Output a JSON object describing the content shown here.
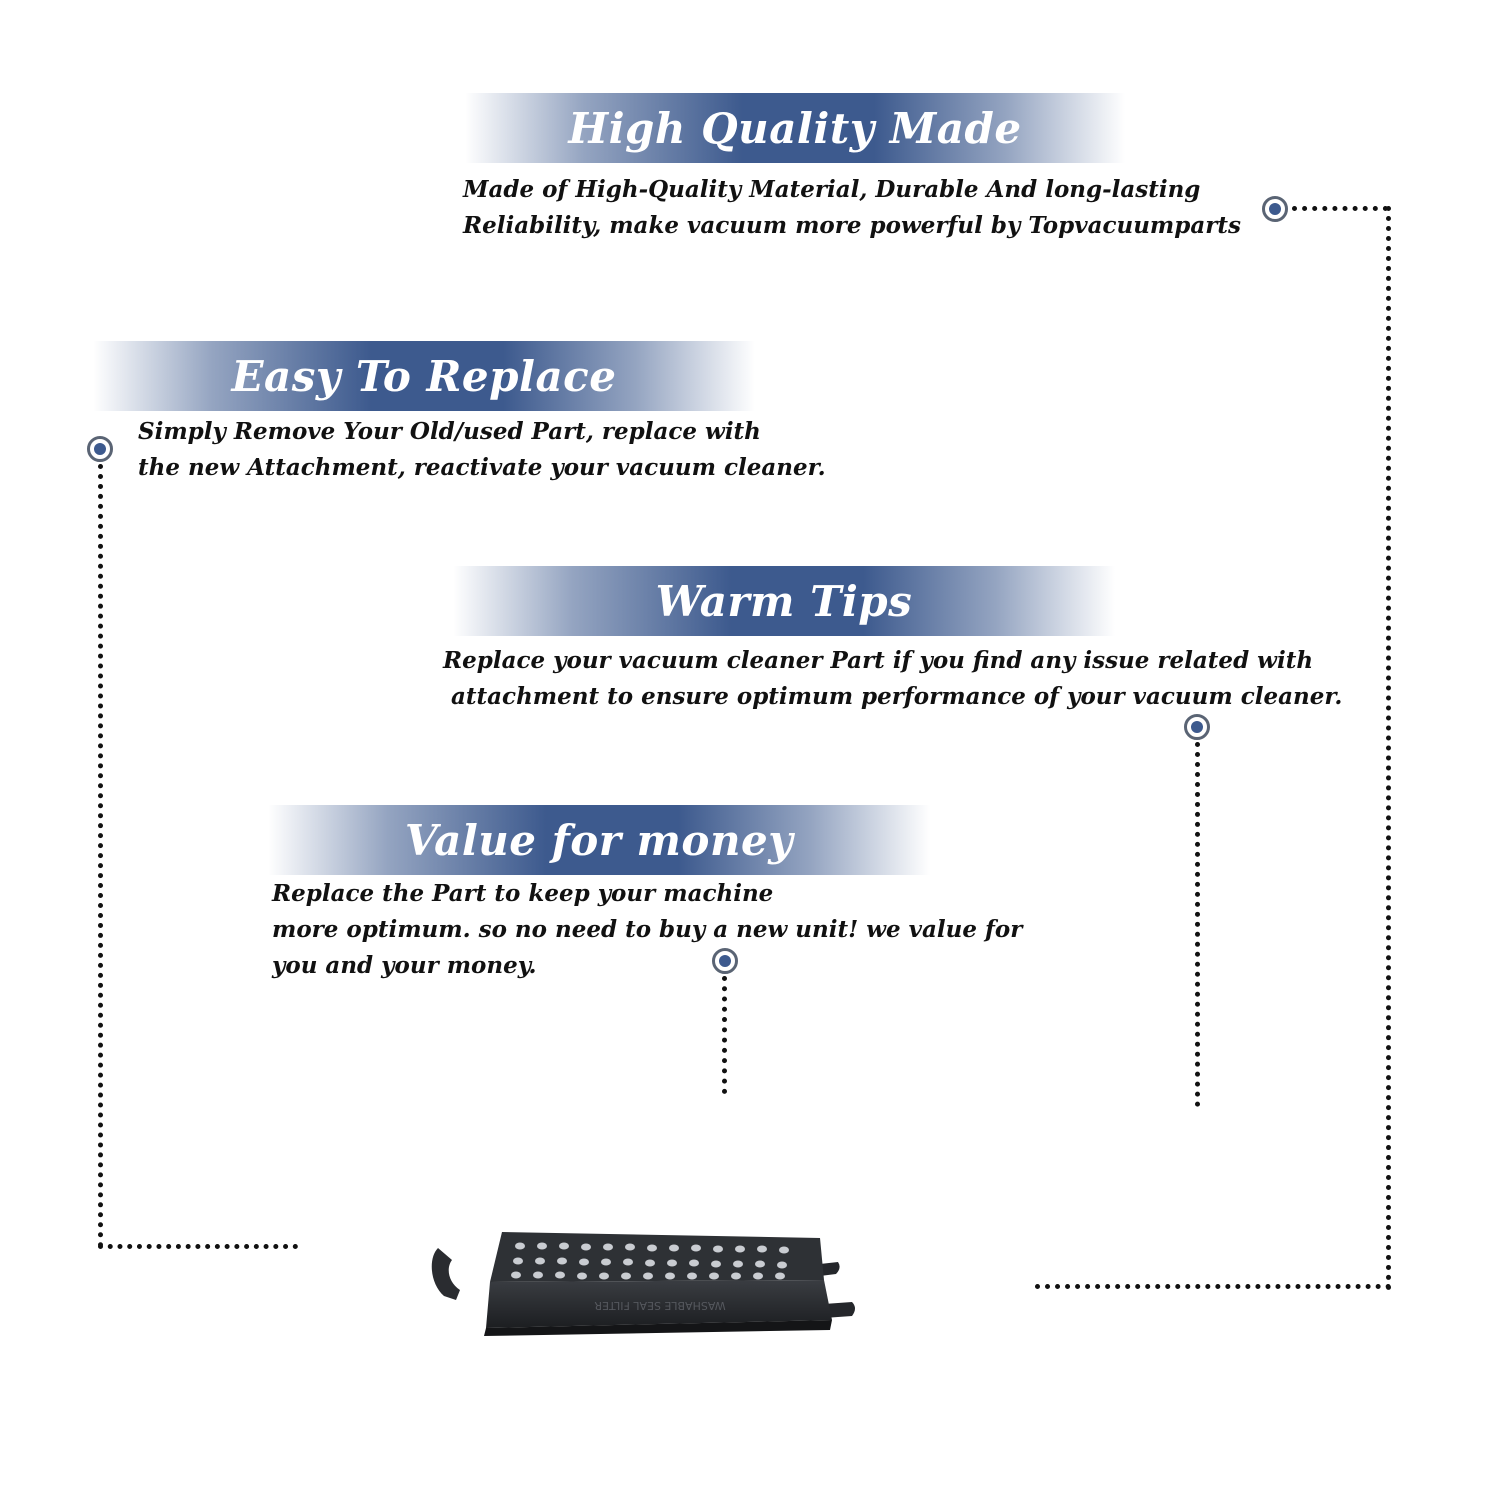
{
  "sections": [
    {
      "title": "High Quality Made",
      "lines": [
        "Made of  High-Quality Material, Durable And long-lasting",
        "Reliability, make vacuum more powerful by Topvacuumparts"
      ]
    },
    {
      "title": "Easy To Replace",
      "lines": [
        "Simply Remove Your Old/used Part, replace with",
        "the new Attachment, reactivate your vacuum cleaner."
      ]
    },
    {
      "title": "Warm Tips",
      "lines": [
        "Replace your vacuum cleaner Part if you find any issue related with",
        " attachment to ensure optimum performance of your vacuum cleaner."
      ]
    },
    {
      "title": "Value for money",
      "lines": [
        "Replace the Part to keep your machine",
        "more optimum. so no need to buy a new unit! we value for",
        "you and your money."
      ]
    }
  ],
  "product": {
    "icon": "vacuum-filter-holder-image",
    "embossed_text": "WASHABLE SEAL FILTER"
  },
  "colors": {
    "banner": "#3d5a8e",
    "marker": "#3d5a8e",
    "text": "#111111"
  }
}
